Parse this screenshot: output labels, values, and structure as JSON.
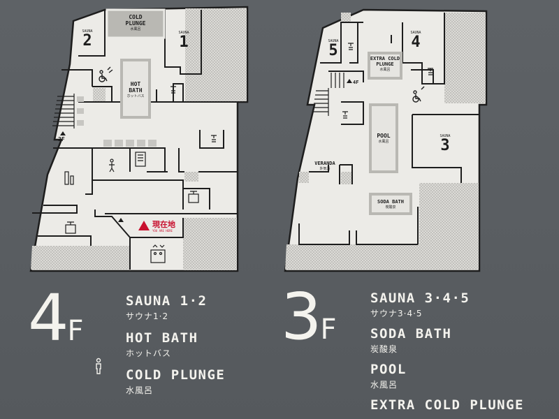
{
  "floors": {
    "f4": {
      "rooms": {
        "cold_plunge": {
          "title_l1": "COLD",
          "title_l2": "PLUNGE",
          "jp": "水風呂"
        },
        "sauna2": {
          "label": "SAUNA",
          "num": "2"
        },
        "sauna1": {
          "label": "SAUNA",
          "num": "1"
        },
        "hot_bath": {
          "title_l1": "HOT",
          "title_l2": "BATH",
          "jp": "ホットバス"
        },
        "stairs": "3F",
        "you_are_here": {
          "jp": "現在地",
          "en": "YOU ARE HERE"
        }
      },
      "legend": {
        "floor_num": "4",
        "floor_suffix": "F",
        "items": [
          {
            "en": "SAUNA 1·2",
            "jp": "サウナ1·2"
          },
          {
            "en": "HOT BATH",
            "jp": "ホットバス"
          },
          {
            "en": "COLD PLUNGE",
            "jp": "水風呂"
          }
        ]
      }
    },
    "f3": {
      "rooms": {
        "sauna5": {
          "label": "SAUNA",
          "num": "5"
        },
        "sauna4": {
          "label": "SAUNA",
          "num": "4"
        },
        "extra_cold": {
          "title_l1": "EXTRA COLD",
          "title_l2": "PLUNGE",
          "jp": "水風呂"
        },
        "stairs": "4F",
        "pool": {
          "title": "POOL",
          "jp": "水風呂"
        },
        "sauna3": {
          "label": "SAUNA",
          "num": "3"
        },
        "veranda": {
          "title": "VERANDA",
          "jp": "外気浴"
        },
        "soda_bath": {
          "title": "SODA BATH",
          "jp": "炭酸泉"
        }
      },
      "legend": {
        "floor_num": "3",
        "floor_suffix": "F",
        "items": [
          {
            "en": "SAUNA 3·4·5",
            "jp": "サウナ3·4·5"
          },
          {
            "en": "SODA BATH",
            "jp": "炭酸泉"
          },
          {
            "en": "POOL",
            "jp": "水風呂"
          },
          {
            "en": "EXTRA COLD PLUNGE",
            "jp": ""
          }
        ]
      }
    }
  },
  "colors": {
    "background": "#5b5f63",
    "floor": "#ecebe7",
    "wall": "#1d1d1d",
    "pool": "#b9b8b3",
    "hatch": "#cfcfcb",
    "accent_red": "#c8102e",
    "text_light": "#f4f3ee"
  }
}
